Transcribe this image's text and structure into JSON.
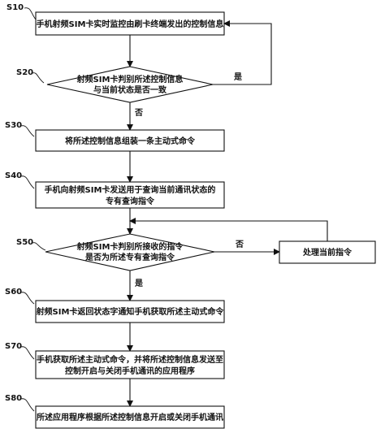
{
  "nodes": {
    "s10": {
      "step": "S10",
      "lines": [
        "手机射频SIM卡实时监控由刷卡终端发出的控制信息"
      ]
    },
    "s20": {
      "step": "S20",
      "lines": [
        "射频SIM卡判别所述控制信息",
        "与当前状态是否一致"
      ]
    },
    "s30": {
      "step": "S30",
      "lines": [
        "将所述控制信息组装一条主动式命令"
      ]
    },
    "s40": {
      "step": "S40",
      "lines": [
        "手机向射频SIM卡发送用于查询当前通讯状态的",
        "专有查询指令"
      ]
    },
    "s50": {
      "step": "S50",
      "lines": [
        "射频SIM卡判别所接收的指令",
        "是否为所述专有查询指令"
      ]
    },
    "process_current": {
      "lines": [
        "处理当前指令"
      ]
    },
    "s60": {
      "step": "S60",
      "lines": [
        "射频SIM卡返回状态字通知手机获取所述主动式命令"
      ]
    },
    "s70": {
      "step": "S70",
      "lines": [
        "手机获取所述主动式命令，并将所述控制信息发送至",
        "控制开启与关闭手机通讯的应用程序"
      ]
    },
    "s80": {
      "step": "S80",
      "lines": [
        "所述应用程序根据所述控制信息开启或关闭手机通讯"
      ]
    }
  },
  "edge_labels": {
    "s20_yes": "是",
    "s20_no": "否",
    "s50_no": "否",
    "s50_yes": "是"
  }
}
